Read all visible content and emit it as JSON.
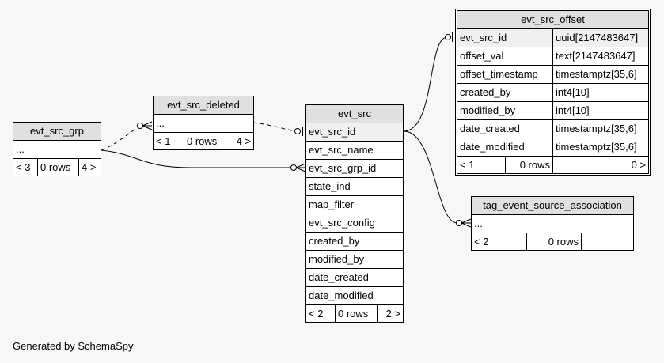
{
  "footer": "Generated by SchemaSpy",
  "tables": {
    "evt_src_grp": {
      "name": "evt_src_grp",
      "ellipsis": "...",
      "stats": [
        "< 3",
        "0 rows",
        "4 >"
      ]
    },
    "evt_src_deleted": {
      "name": "evt_src_deleted",
      "ellipsis": "...",
      "stats": [
        "< 1",
        "0 rows",
        "4 >"
      ]
    },
    "evt_src": {
      "name": "evt_src",
      "columns": [
        "evt_src_id",
        "evt_src_name",
        "evt_src_grp_id",
        "state_ind",
        "map_filter",
        "evt_src_config",
        "created_by",
        "modified_by",
        "date_created",
        "date_modified"
      ],
      "stats": [
        "< 2",
        "0 rows",
        "2 >"
      ]
    },
    "evt_src_offset": {
      "name": "evt_src_offset",
      "columns": [
        {
          "name": "evt_src_id",
          "type": "uuid[2147483647]"
        },
        {
          "name": "offset_val",
          "type": "text[2147483647]"
        },
        {
          "name": "offset_timestamp",
          "type": "timestamptz[35,6]"
        },
        {
          "name": "created_by",
          "type": "int4[10]"
        },
        {
          "name": "modified_by",
          "type": "int4[10]"
        },
        {
          "name": "date_created",
          "type": "timestamptz[35,6]"
        },
        {
          "name": "date_modified",
          "type": "timestamptz[35,6]"
        }
      ],
      "stats": [
        "< 1",
        "0 rows",
        "0 >"
      ]
    },
    "tag_event_source_association": {
      "name": "tag_event_source_association",
      "ellipsis": "...",
      "stats": [
        "< 2",
        "0 rows",
        ""
      ]
    }
  }
}
